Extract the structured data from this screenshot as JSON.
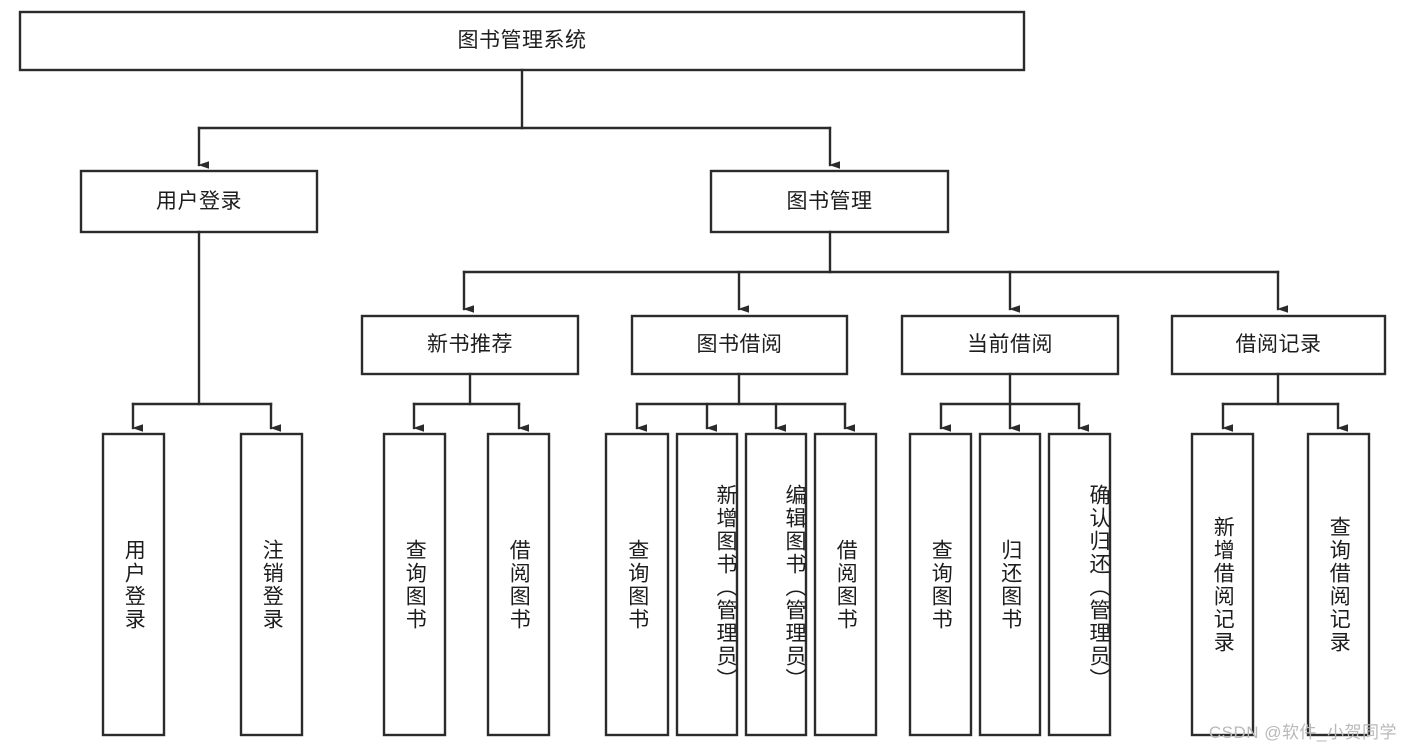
{
  "diagram": {
    "title": "图书管理系统",
    "type": "tree-hierarchy-diagram",
    "colors": {
      "box_stroke": "#2b2b2b",
      "box_fill": "#ffffff",
      "connector": "#2b2b2b",
      "text": "#1d1d1d",
      "background": "#ffffff",
      "watermark": "#b9b9b9"
    },
    "root": {
      "label": "图书管理系统"
    },
    "level2": [
      {
        "label": "用户登录"
      },
      {
        "label": "图书管理"
      }
    ],
    "level3": [
      {
        "label": "新书推荐"
      },
      {
        "label": "图书借阅"
      },
      {
        "label": "当前借阅"
      },
      {
        "label": "借阅记录"
      }
    ],
    "leaves": {
      "user_login": [
        {
          "label": "用户登录"
        },
        {
          "label": "注销登录"
        }
      ],
      "new_book_recommend": [
        {
          "label": "查询图书"
        },
        {
          "label": "借阅图书"
        }
      ],
      "book_borrow": [
        {
          "label": "查询图书"
        },
        {
          "label": "新增图书（管理员）"
        },
        {
          "label": "编辑图书（管理员）"
        },
        {
          "label": "借阅图书"
        }
      ],
      "current_borrow": [
        {
          "label": "查询图书"
        },
        {
          "label": "归还图书"
        },
        {
          "label": "确认归还（管理员）"
        }
      ],
      "borrow_record": [
        {
          "label": "新增借阅记录"
        },
        {
          "label": "查询借阅记录"
        }
      ]
    }
  },
  "watermark": {
    "text": "CSDN @软件_小贺同学"
  }
}
